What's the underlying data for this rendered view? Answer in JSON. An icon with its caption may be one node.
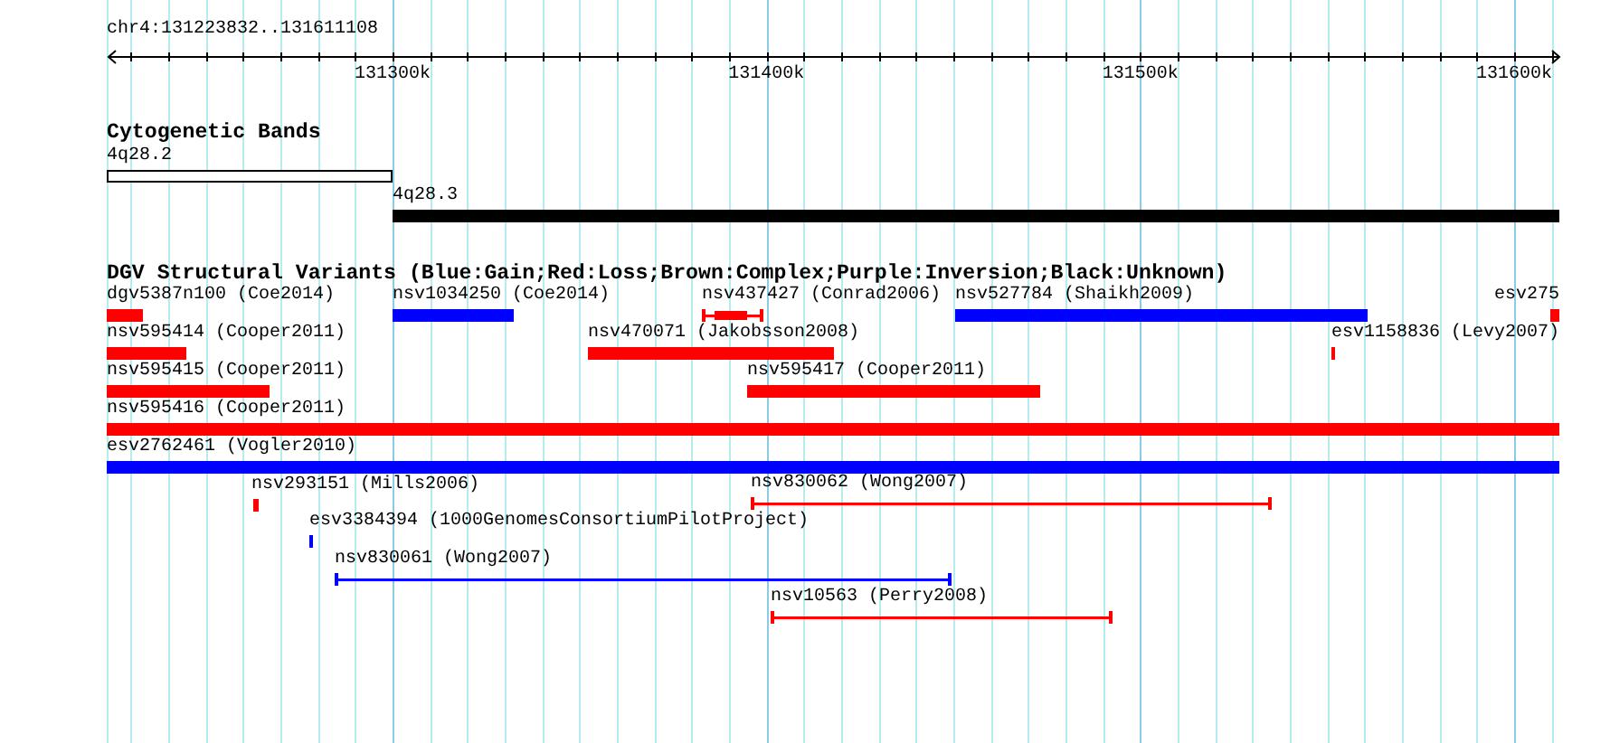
{
  "diagram": {
    "title": "chr4:131223832..131611108",
    "nodes": [
      {
        "text": [
          "4q28.2"
        ]
      },
      {
        "text": [
          "4q28.3"
        ]
      },
      {
        "text": [
          "dgv5387n100 (Coe2014)"
        ]
      },
      {
        "text": [
          "nsv1034250 (Coe2014)"
        ]
      },
      {
        "text": [
          "nsv437427 (Conrad2006)"
        ]
      },
      {
        "text": [
          "nsv527784 (Shaikh2009)"
        ]
      },
      {
        "text": [
          "esv275"
        ]
      },
      {
        "text": [
          "nsv595414 (Cooper2011)"
        ]
      },
      {
        "text": [
          "nsv470071 (Jakobsson2008)"
        ]
      },
      {
        "text": [
          "esv1158836 (Levy2007)"
        ]
      },
      {
        "text": [
          "nsv595415 (Cooper2011)"
        ]
      },
      {
        "text": [
          "nsv595417 (Cooper2011)"
        ]
      },
      {
        "text": [
          "nsv595416 (Cooper2011)"
        ]
      },
      {
        "text": [
          "esv2762461 (Vogler2010)"
        ]
      },
      {
        "text": [
          "nsv293151 (Mills2006)"
        ]
      },
      {
        "text": [
          "nsv830062 (Wong2007)"
        ]
      },
      {
        "text": [
          "esv3384394 (1000GenomesConsortiumPilotProject)"
        ]
      },
      {
        "text": [
          "nsv830061 (Wong2007)"
        ]
      },
      {
        "text": [
          "nsv10563 (Perry2008)"
        ]
      }
    ],
    "labels": [
      "131300k",
      "131400k",
      "131500k",
      "131600k",
      "Cytogenetic Bands",
      "DGV Structural Variants (Blue:Gain;Red:Loss;Brown:Complex;Purple:Inversion;Black:Unknown)"
    ]
  }
}
